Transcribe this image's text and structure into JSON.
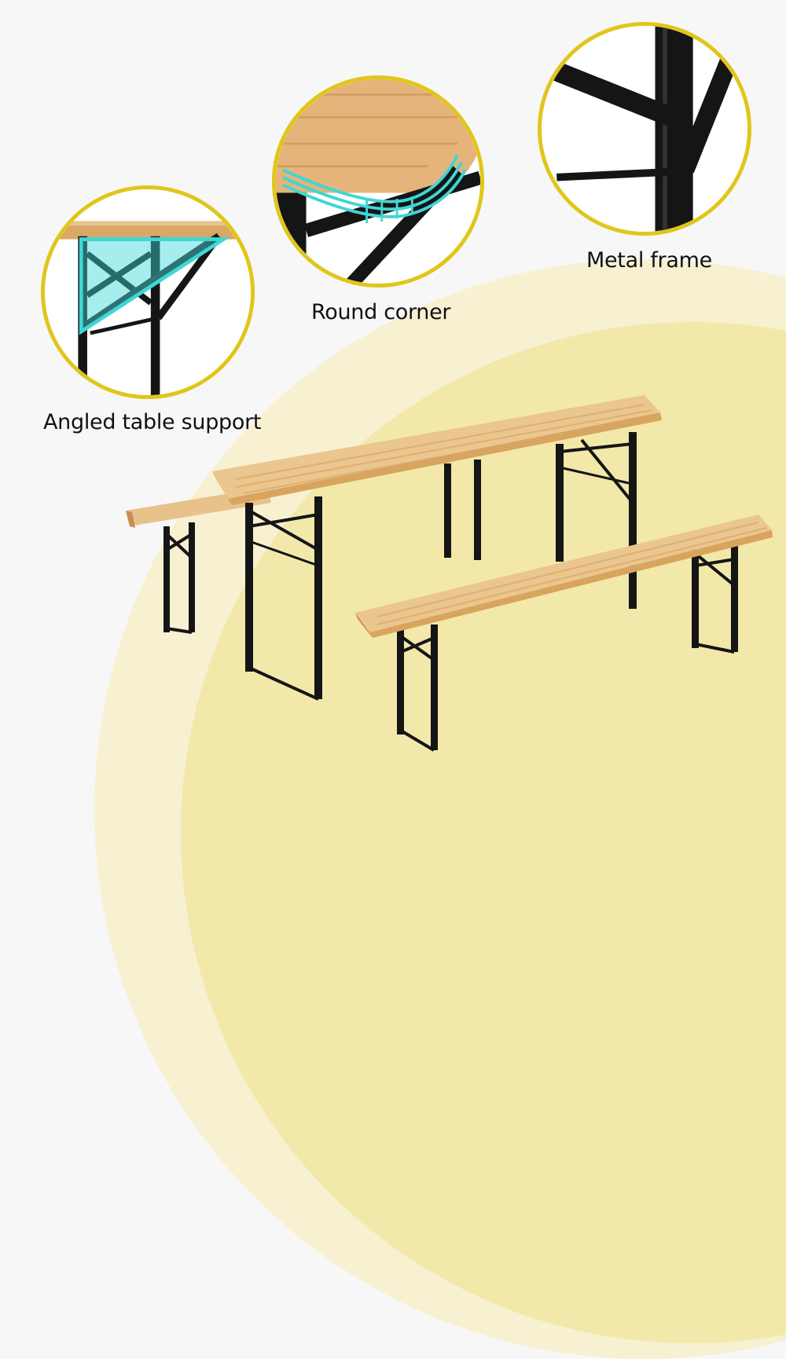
{
  "image": {
    "subject": "Folding wooden beer table with two benches and black metal frames",
    "background_colors": {
      "base": "#f7f7f7",
      "outer_arc": "#f7f1d2",
      "inner_arc": "#f2e8aa",
      "callout_border": "#e0c61b",
      "highlight": "#3fd6d6",
      "wood": "#e8c28a",
      "metal": "#151515"
    }
  },
  "callouts": [
    {
      "id": "angled-support",
      "label": "Angled table support"
    },
    {
      "id": "round-corner",
      "label": "Round corner"
    },
    {
      "id": "metal-frame",
      "label": "Metal frame"
    }
  ]
}
